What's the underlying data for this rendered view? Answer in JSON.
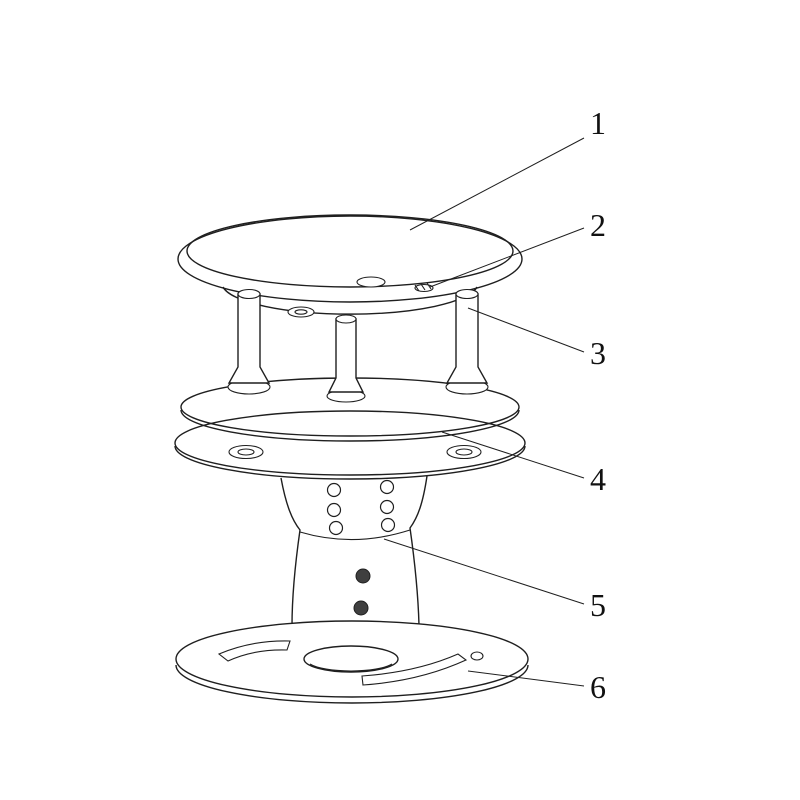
{
  "figure": {
    "background_color": "#ffffff",
    "line_color": "#1f1f1f",
    "kind": "line-drawing"
  },
  "callouts": {
    "labels": [
      "1",
      "2",
      "3",
      "4",
      "5",
      "6"
    ]
  }
}
